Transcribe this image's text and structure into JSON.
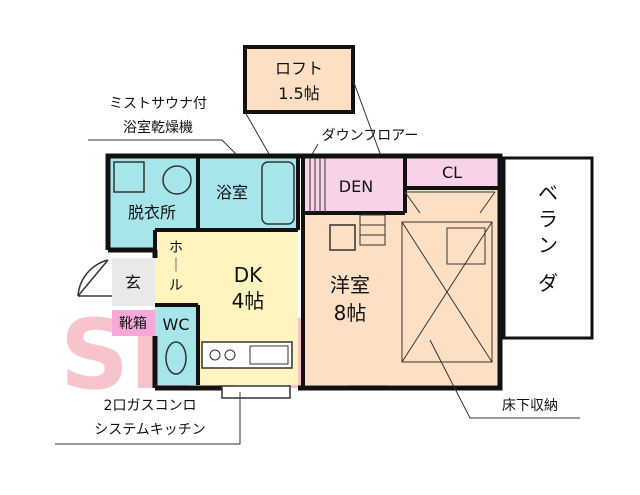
{
  "watermark": {
    "text": "SETTO",
    "colors": [
      "#e85a6a",
      "#9aa0b8"
    ]
  },
  "rooms": {
    "loft": {
      "name": "ロフト",
      "size": "1.5帖",
      "color": "#fde0c4"
    },
    "bathroom": {
      "name": "浴室",
      "color": "#a6e6ea"
    },
    "dressing": {
      "name": "脱衣所",
      "color": "#a6e6ea"
    },
    "den": {
      "name": "DEN",
      "color": "#f8d2e8"
    },
    "closet": {
      "name": "CL",
      "color": "#f8d2e8"
    },
    "dk": {
      "name": "DK",
      "size": "4帖",
      "color": "#fdf4bf"
    },
    "western": {
      "name": "洋室",
      "size": "8帖",
      "color": "#fde0c4"
    },
    "hall": {
      "name": "ホール",
      "color": "#fdf4bf"
    },
    "entrance": {
      "name": "玄",
      "color": "#e9e9e9"
    },
    "shoebox": {
      "name": "靴箱",
      "color": "#f6a8d6"
    },
    "wc": {
      "name": "WC",
      "color": "#a6e6ea"
    },
    "veranda": {
      "name": "ベランダ",
      "color": "#ffffff"
    }
  },
  "annotations": {
    "mist_sauna_line1": "ミストサウナ付",
    "mist_sauna_line2": "浴室乾燥機",
    "down_floor": "ダウンフロアー",
    "underfloor_storage": "床下収納",
    "kitchen_line1": "2口ガスコンロ",
    "kitchen_line2": "システムキッチン"
  },
  "colors": {
    "wall": "#111111",
    "line": "#333333"
  }
}
